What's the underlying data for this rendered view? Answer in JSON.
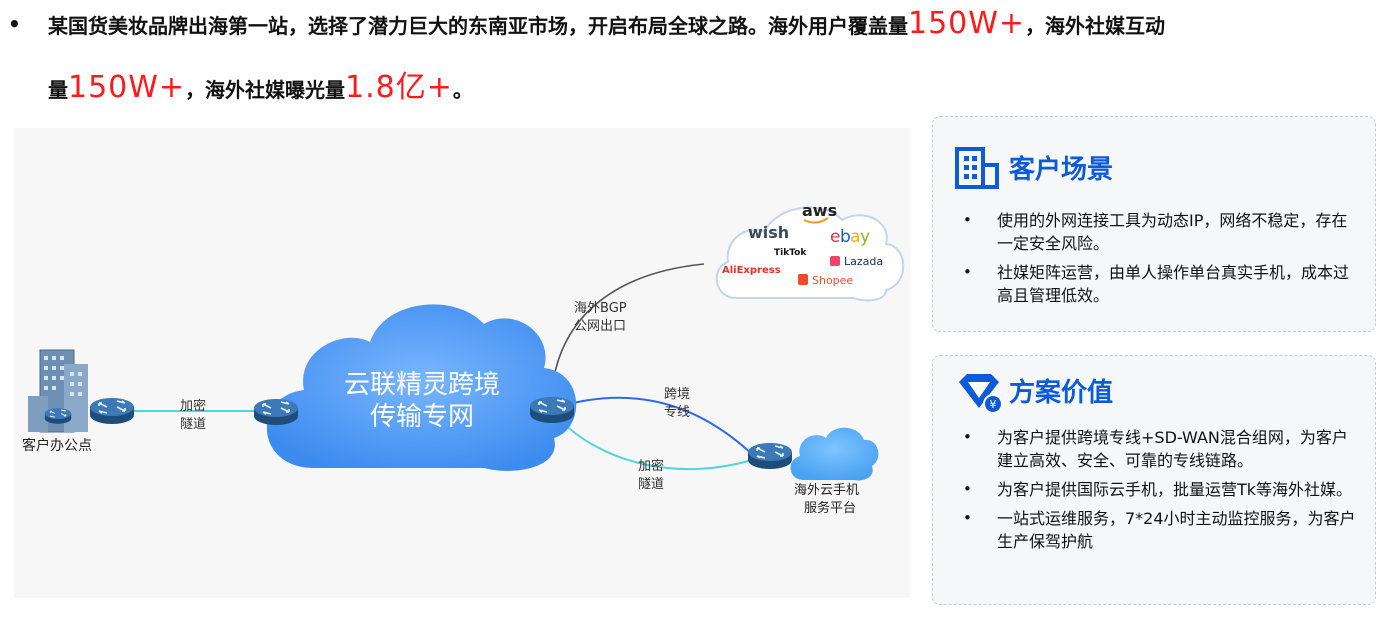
{
  "intro": {
    "bullet": "•",
    "line1_a": "某国货美妆品牌出海第一站，选择了潜力巨大的东南亚市场，开启布局全球之路。海外用户覆盖量",
    "line1_hl": "150W+",
    "line1_b": "，海外社媒互动",
    "line2_a": "量",
    "line2_hl1": "150W+",
    "line2_b": "，海外社媒曝光量",
    "line2_hl2": "1.8亿+",
    "line2_c": "。"
  },
  "diagram": {
    "office_label": "客户办公点",
    "tunnel_label_1a": "加密",
    "tunnel_label_1b": "隧道",
    "cloud_title_1": "云联精灵跨境",
    "cloud_title_2": "传输专网",
    "bgp_label_1": "海外BGP",
    "bgp_label_2": "公网出口",
    "cross_label_1": "跨境",
    "cross_label_2": "专线",
    "tunnel_label_2a": "加密",
    "tunnel_label_2b": "隧道",
    "platform_label_1": "海外云手机",
    "platform_label_2": "服务平台",
    "brands": {
      "aws": "aws",
      "wish": "wish",
      "ebay_e": "e",
      "ebay_b": "b",
      "ebay_a": "a",
      "ebay_y": "y",
      "tiktok": "TikTok",
      "lazada": "Lazada",
      "aliexpress": "AliExpress",
      "shopee": "Shopee"
    }
  },
  "scenario": {
    "title": "客户场景",
    "items": [
      "使用的外网连接工具为动态IP，网络不稳定，存在一定安全风险。",
      "社媒矩阵运营，由单人操作单台真实手机，成本过高且管理低效。"
    ]
  },
  "value": {
    "title": "方案价值",
    "items": [
      "为客户提供跨境专线+SD-WAN混合组网，为客户建立高效、安全、可靠的专线链路。",
      "为客户提供国际云手机，批量运营Tk等海外社媒。",
      "一站式运维服务，7*24小时主动监控服务，为客户生产保驾护航"
    ]
  },
  "colors": {
    "accent": "#0d5bd8",
    "highlight": "#ff1a1a",
    "cloud": "#3f8ef0",
    "line_cyan": "#4dd7dd",
    "line_blue": "#2e6ae8"
  }
}
